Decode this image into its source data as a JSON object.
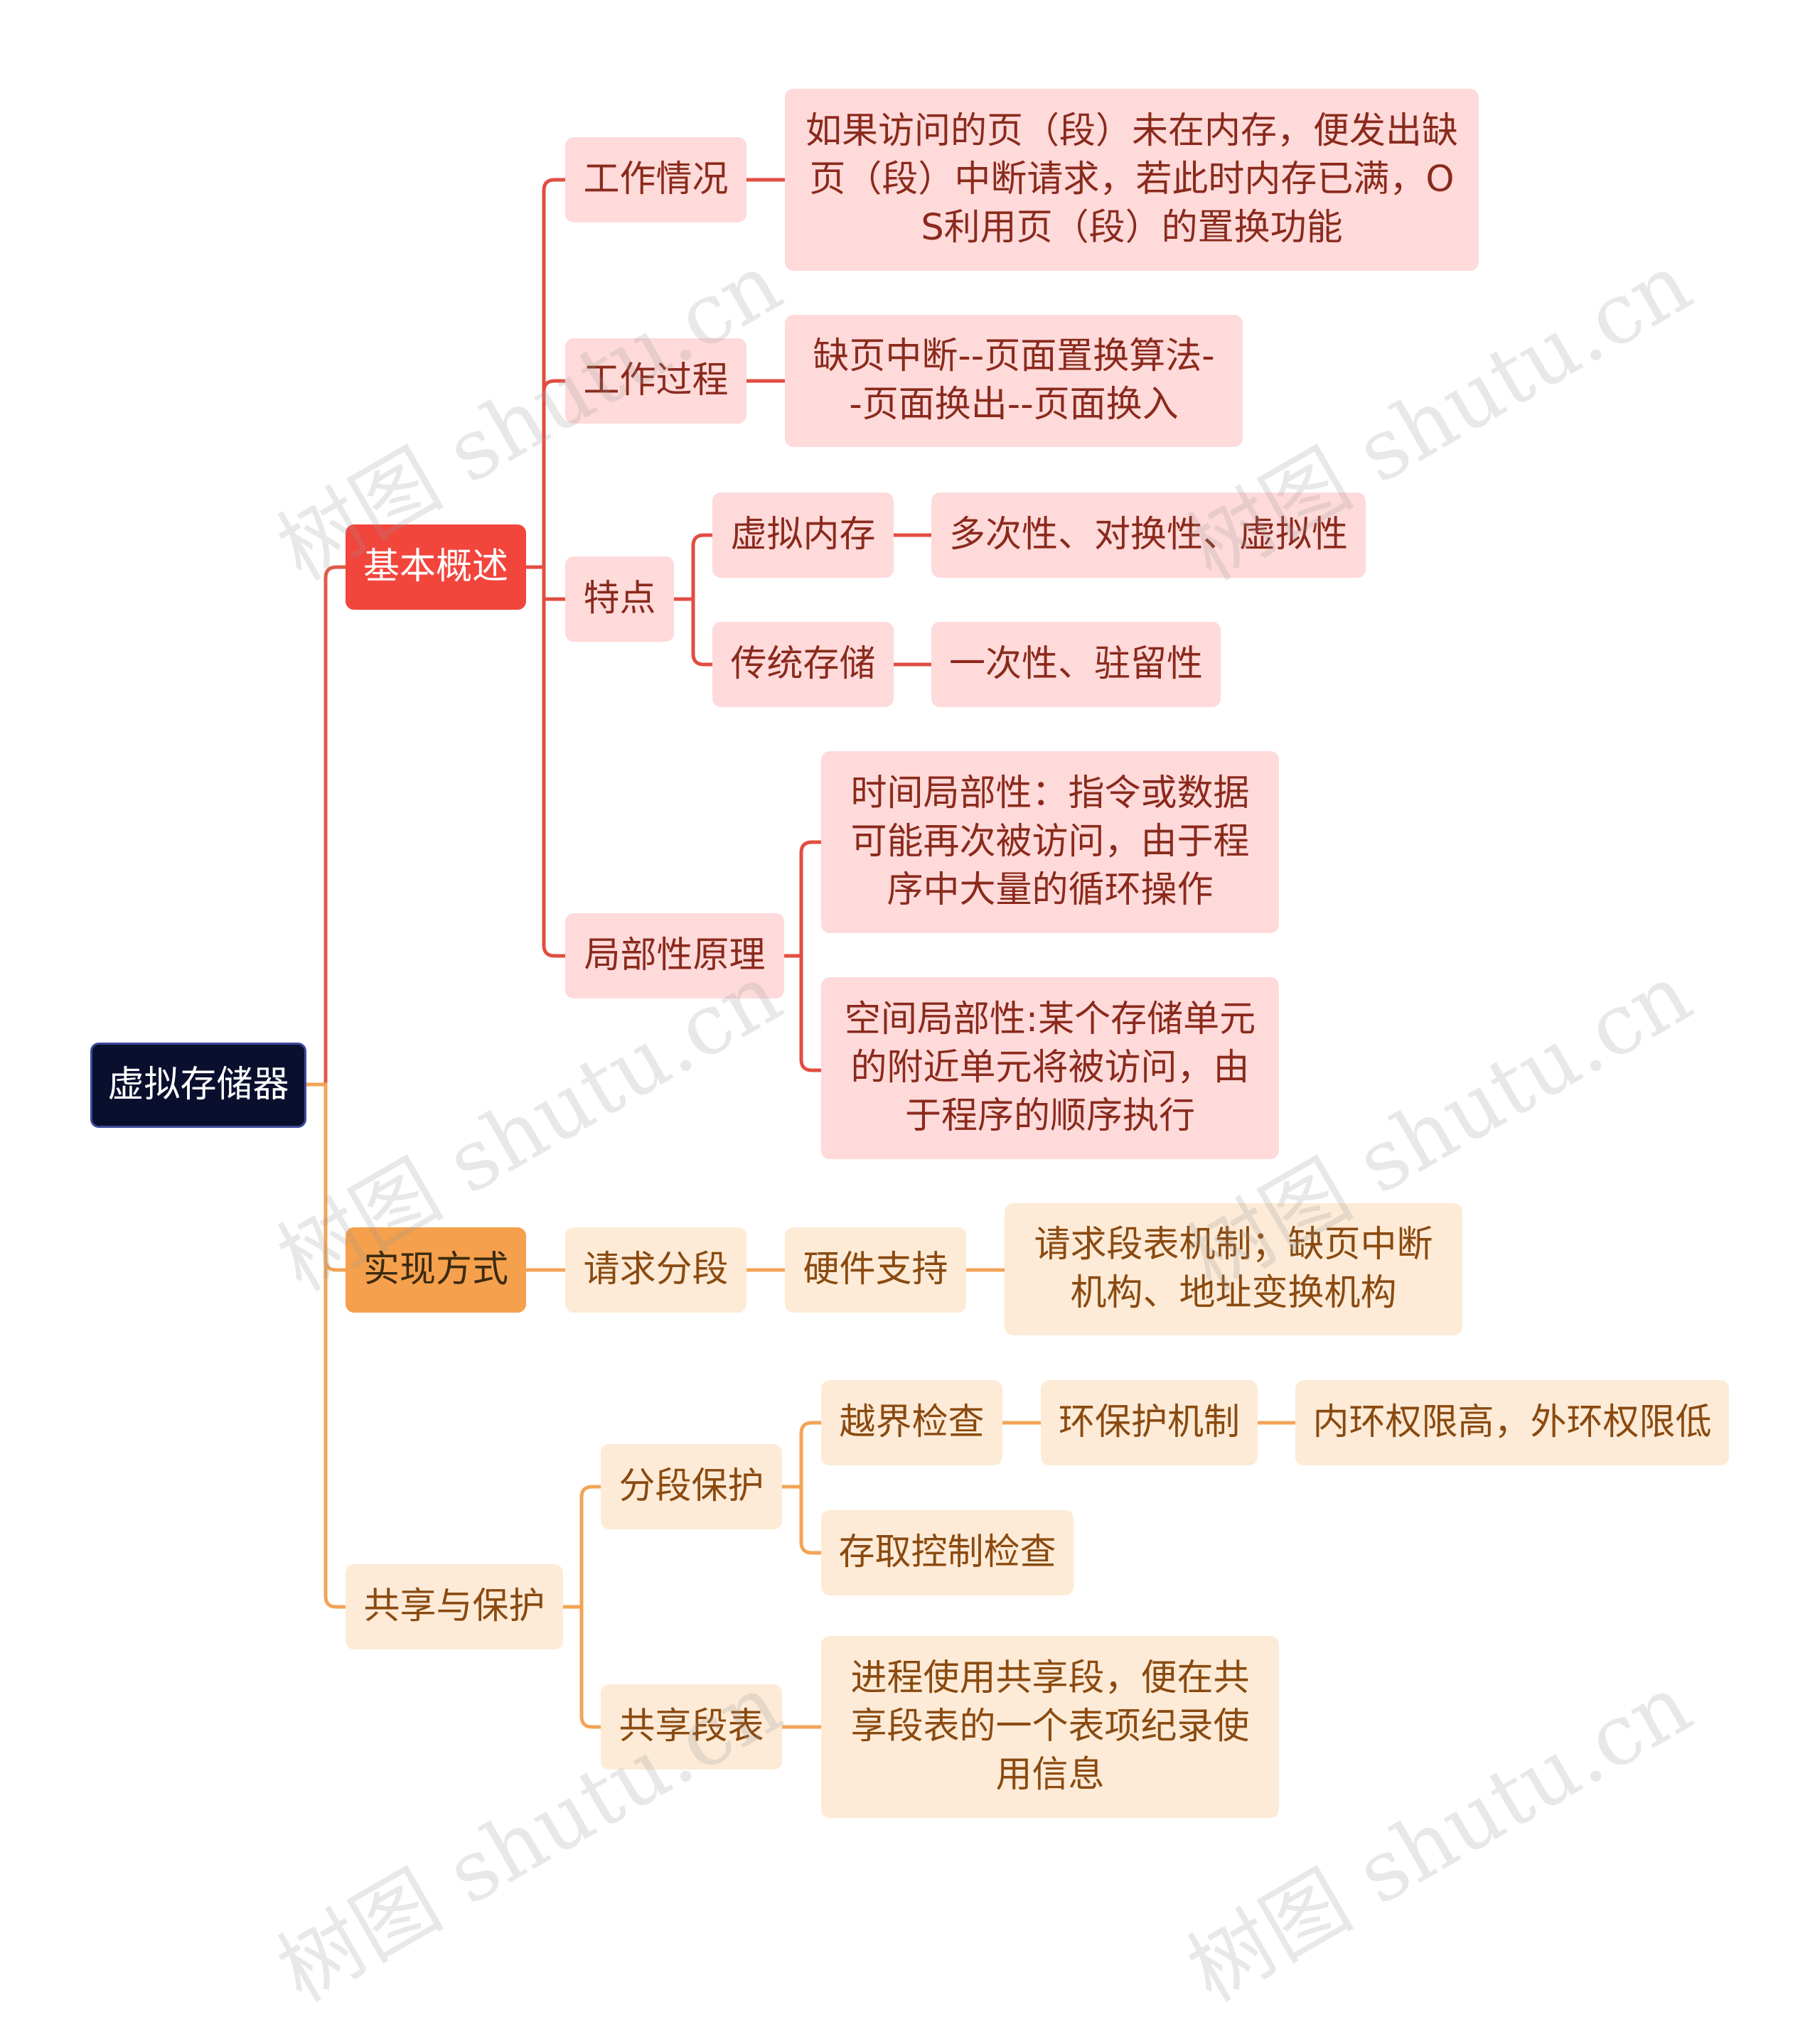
{
  "root": "虚拟存储器",
  "basics": {
    "label": "基本概述",
    "work_state": {
      "label": "工作情况",
      "detail_lines": [
        "如果访问的页（段）未在内存，便发出缺",
        "页（段）中断请求，若此时内存已满，O",
        "S利用页（段）的置换功能"
      ]
    },
    "work_process": {
      "label": "工作过程",
      "detail_lines": [
        "缺页中断--页面置换算法-",
        "-页面换出--页面换入"
      ]
    },
    "features": {
      "label": "特点",
      "virtual": {
        "label": "虚拟内存",
        "detail": "多次性、对换性、虚拟性"
      },
      "traditional": {
        "label": "传统存储",
        "detail": "一次性、驻留性"
      }
    },
    "locality": {
      "label": "局部性原理",
      "temporal_lines": [
        "时间局部性：指令或数据",
        "可能再次被访问，由于程",
        "序中大量的循环操作"
      ],
      "spatial_lines": [
        "空间局部性:某个存储单元",
        "的附近单元将被访问，由",
        "于程序的顺序执行"
      ]
    }
  },
  "implementation": {
    "label": "实现方式",
    "request_seg": "请求分段",
    "hardware": "硬件支持",
    "hardware_lines": [
      "请求段表机制；缺页中断",
      "机构、地址变换机构"
    ]
  },
  "sharing": {
    "label": "共享与保护",
    "seg_protect": {
      "label": "分段保护",
      "bounds": "越界检查",
      "ring": "环保护机制",
      "ring_detail": "内环权限高，外环权限低",
      "access": "存取控制检查"
    },
    "shared_table": {
      "label": "共享段表",
      "detail_lines": [
        "进程使用共享段，便在共",
        "享段表的一个表项纪录使",
        "用信息"
      ]
    }
  },
  "watermark": "树图 shutu.cn",
  "colors": {
    "root_bg": "#0b0f2e",
    "red": "#f2453c",
    "orange": "#f5a04c",
    "red_light": "#ffdada",
    "orange_light": "#fdebd7"
  }
}
